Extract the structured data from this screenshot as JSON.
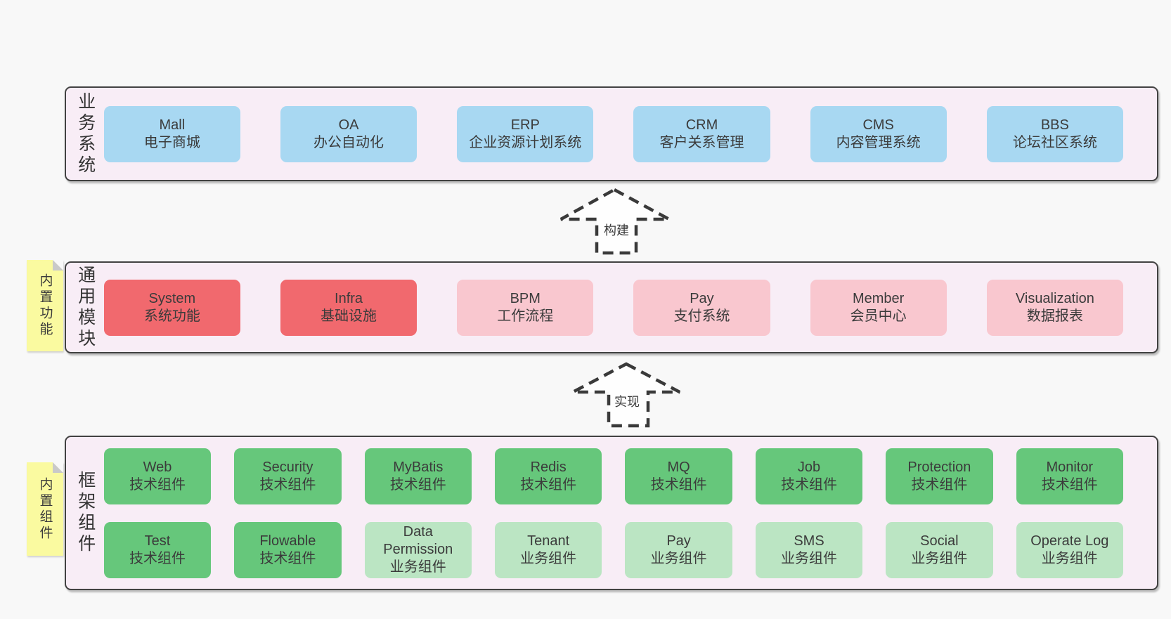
{
  "bands": [
    {
      "label": "业务系统",
      "boxes": [
        {
          "name": "Mall",
          "desc": "电子商城"
        },
        {
          "name": "OA",
          "desc": "办公自动化"
        },
        {
          "name": "ERP",
          "desc": "企业资源计划系统"
        },
        {
          "name": "CRM",
          "desc": "客户关系管理"
        },
        {
          "name": "CMS",
          "desc": "内容管理系统"
        },
        {
          "name": "BBS",
          "desc": "论坛社区系统"
        }
      ]
    },
    {
      "label": "通用模块",
      "boxes": [
        {
          "name": "System",
          "desc": "系统功能"
        },
        {
          "name": "Infra",
          "desc": "基础设施"
        },
        {
          "name": "BPM",
          "desc": "工作流程"
        },
        {
          "name": "Pay",
          "desc": "支付系统"
        },
        {
          "name": "Member",
          "desc": "会员中心"
        },
        {
          "name": "Visualization",
          "desc": "数据报表"
        }
      ]
    },
    {
      "label": "框架组件",
      "rows": [
        [
          {
            "name": "Web",
            "desc": "技术组件"
          },
          {
            "name": "Security",
            "desc": "技术组件"
          },
          {
            "name": "MyBatis",
            "desc": "技术组件"
          },
          {
            "name": "Redis",
            "desc": "技术组件"
          },
          {
            "name": "MQ",
            "desc": "技术组件"
          },
          {
            "name": "Job",
            "desc": "技术组件"
          },
          {
            "name": "Protection",
            "desc": "技术组件"
          },
          {
            "name": "Monitor",
            "desc": "技术组件"
          }
        ],
        [
          {
            "name": "Test",
            "desc": "技术组件"
          },
          {
            "name": "Flowable",
            "desc": "技术组件"
          },
          {
            "name": "Data Permission",
            "desc": "业务组件"
          },
          {
            "name": "Tenant",
            "desc": "业务组件"
          },
          {
            "name": "Pay",
            "desc": "业务组件"
          },
          {
            "name": "SMS",
            "desc": "业务组件"
          },
          {
            "name": "Social",
            "desc": "业务组件"
          },
          {
            "name": "Operate Log",
            "desc": "业务组件"
          }
        ]
      ]
    }
  ],
  "stickies": [
    {
      "label": "内置功能"
    },
    {
      "label": "内置组件"
    }
  ],
  "arrows": [
    {
      "label": "构建"
    },
    {
      "label": "实现"
    }
  ],
  "colors": {
    "page_bg": "#f8f8f8",
    "band_bg": "#f8edf6",
    "band_border": "#424242",
    "blue_box": "#a8d8f2",
    "red_box": "#f1696e",
    "pink_box": "#f9c7cf",
    "green_box": "#66c77b",
    "light_green_box": "#bbe5c3",
    "sticky_yellow": "#fafaa0",
    "text": "#3b3b3b"
  }
}
